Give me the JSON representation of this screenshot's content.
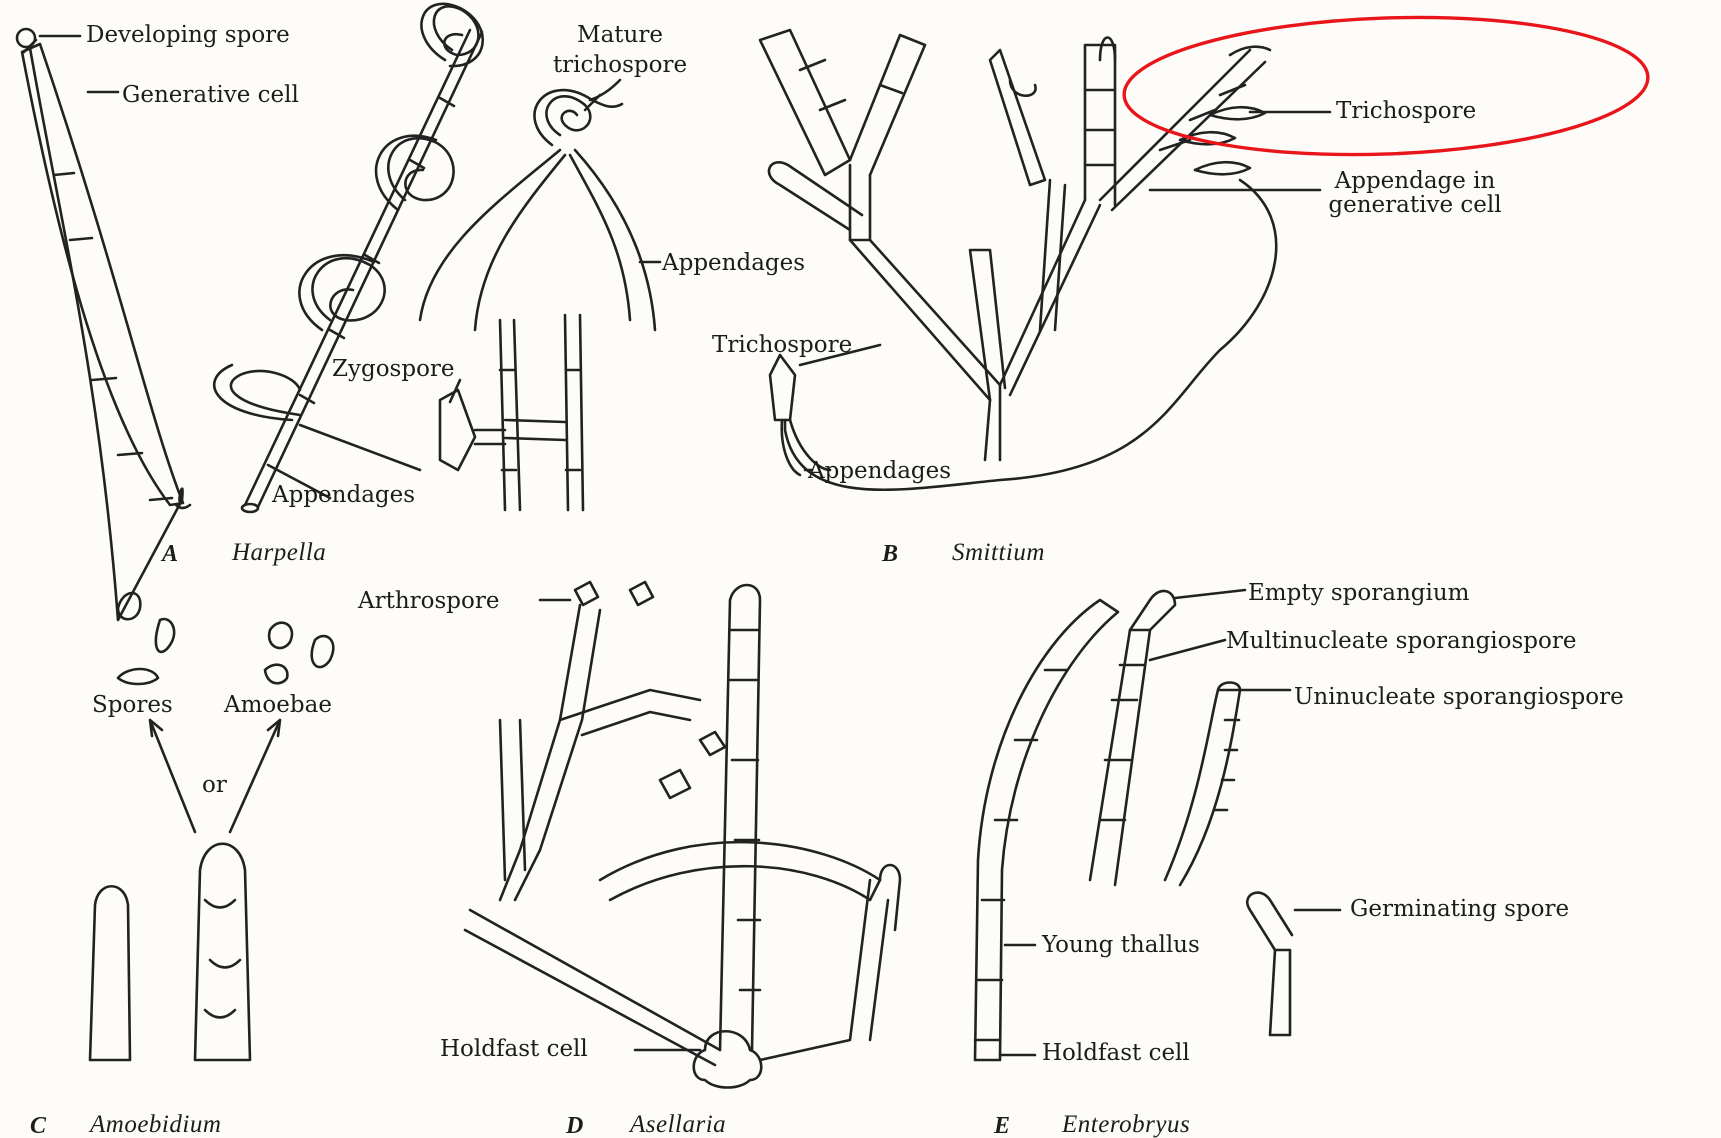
{
  "panels": {
    "a": {
      "letter": "A",
      "name": "Harpella"
    },
    "b": {
      "letter": "B",
      "name": "Smittium"
    },
    "c": {
      "letter": "C",
      "name": "Amoebidium"
    },
    "d": {
      "letter": "D",
      "name": "Asellaria"
    },
    "e": {
      "letter": "E",
      "name": "Enterobryus"
    }
  },
  "labels": {
    "developing_spore": "Developing spore",
    "generative_cell": "Generative cell",
    "mature_trichospore_1": "Mature",
    "mature_trichospore_2": "trichospore",
    "appendages_a_upper": "Appendages",
    "zygospore": "Zygospore",
    "appendages_a_lower": "Appendages",
    "trichospore_circled": "Trichospore",
    "appendage_gen_cell_1": "Appendage in",
    "appendage_gen_cell_2": "generative cell",
    "trichospore_b": "Trichospore",
    "appendages_b": "Appendages",
    "spores": "Spores",
    "amoebae": "Amoebae",
    "or": "or",
    "arthrospore": "Arthrospore",
    "holdfast_cell_d": "Holdfast cell",
    "empty_sporangium": "Empty sporangium",
    "multinucleate_sporangiospore": "Multinucleate sporangiospore",
    "uninucleate_sporangiospore": "Uninucleate sporangiospore",
    "germinating_spore": "Germinating spore",
    "young_thallus": "Young thallus",
    "holdfast_cell_e": "Holdfast cell"
  },
  "highlight": {
    "color": "#e8151b",
    "target": "Trichospore"
  }
}
